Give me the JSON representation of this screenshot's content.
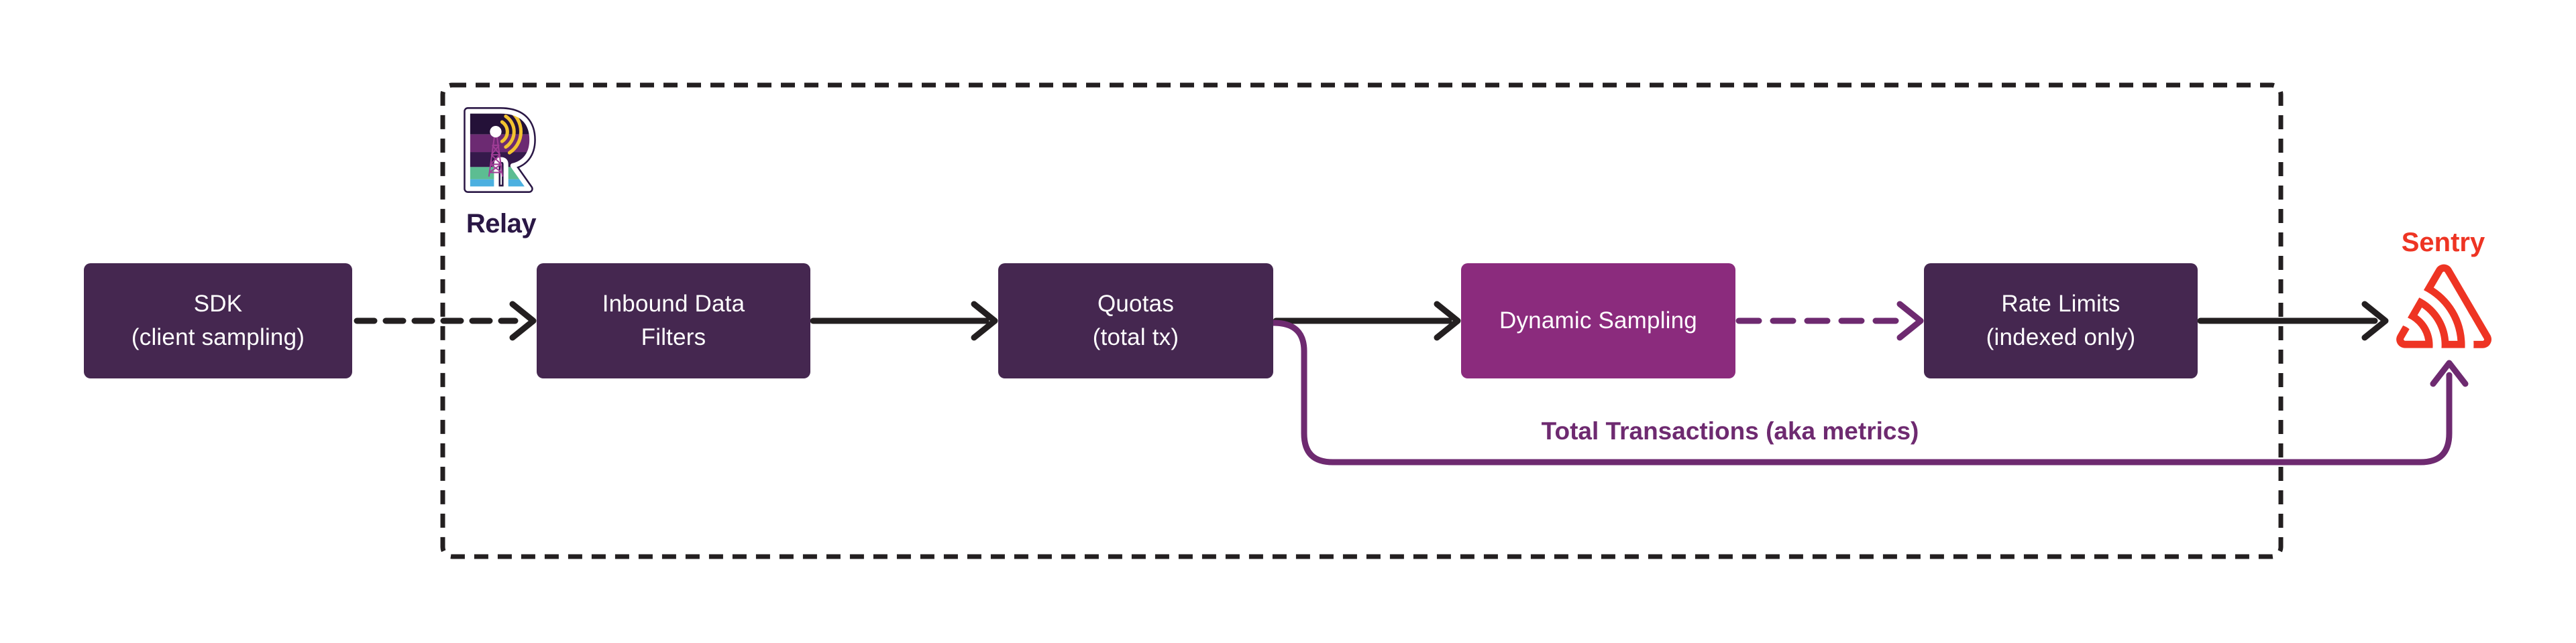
{
  "diagram": {
    "relay_group_label": "Relay",
    "sentry_label": "Sentry",
    "metrics_edge_label": "Total Transactions (aka metrics)"
  },
  "nodes": {
    "sdk": {
      "line1": "SDK",
      "line2": "(client sampling)"
    },
    "inbound_filters": {
      "line1": "Inbound Data",
      "line2": "Filters"
    },
    "quotas": {
      "line1": "Quotas",
      "line2": "(total tx)"
    },
    "dynamic_sampling": {
      "line1": "Dynamic Sampling",
      "line2": ""
    },
    "rate_limits": {
      "line1": "Rate Limits",
      "line2": "(indexed only)"
    }
  },
  "groups": [
    {
      "label": "Relay",
      "style": "dashed-border",
      "contains": [
        "Inbound Data Filters",
        "Quotas (total tx)",
        "Dynamic Sampling",
        "Rate Limits (indexed only)"
      ]
    }
  ],
  "edges": [
    {
      "from": "SDK (client sampling)",
      "to": "Inbound Data Filters",
      "style": "dashed",
      "color": "black"
    },
    {
      "from": "Inbound Data Filters",
      "to": "Quotas (total tx)",
      "style": "solid",
      "color": "black"
    },
    {
      "from": "Quotas (total tx)",
      "to": "Dynamic Sampling",
      "style": "solid",
      "color": "black"
    },
    {
      "from": "Dynamic Sampling",
      "to": "Rate Limits (indexed only)",
      "style": "dashed",
      "color": "purple"
    },
    {
      "from": "Rate Limits (indexed only)",
      "to": "Sentry",
      "style": "solid",
      "color": "black"
    },
    {
      "from": "Quotas (total tx)",
      "to": "Sentry",
      "style": "solid",
      "color": "purple",
      "label": "Total Transactions (aka metrics)"
    }
  ],
  "colors": {
    "node_dark_purple": "#452750",
    "node_highlight_magenta": "#8B2B7D",
    "edge_black": "#231F20",
    "edge_purple": "#6E2A70",
    "sentry_red": "#EE3423",
    "relay_dark": "#2A1745",
    "background": "#FFFFFF"
  }
}
